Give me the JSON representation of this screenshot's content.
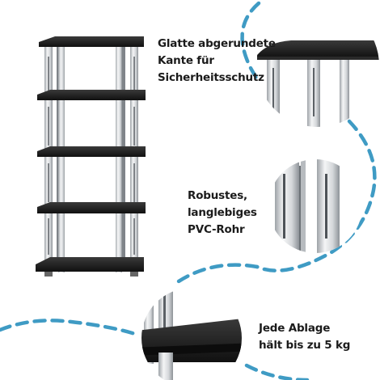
{
  "features": [
    {
      "lines": [
        "Glatte abgerundete",
        "Kante für",
        "Sicherheitsschutz"
      ]
    },
    {
      "lines": [
        "Robustes,",
        "langlebiges",
        "PVC-Rohr"
      ]
    },
    {
      "lines": [
        "Jede Ablage",
        "hält bis zu 5 kg"
      ]
    }
  ],
  "colors": {
    "accent_dashes": "#3f9bc4",
    "shelf_board": "#1c1c1c",
    "tube": "#d9dcdf",
    "text": "#1b1b1b"
  },
  "icons": [
    "shelf-product-image",
    "corner-detail-zoom",
    "tube-detail-zoom",
    "shelf-load-detail-zoom"
  ]
}
